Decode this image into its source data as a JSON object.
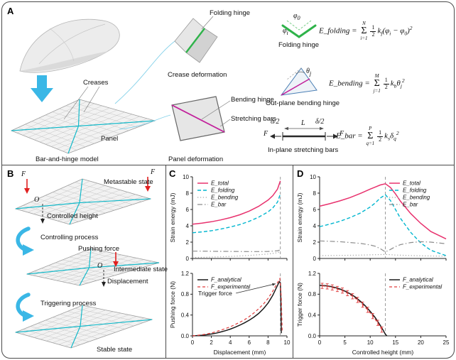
{
  "panels": {
    "a": "A",
    "b": "B",
    "c": "C",
    "d": "D"
  },
  "panel_a": {
    "labels": {
      "folding_hinge_top": "Folding hinge",
      "crease_deformation": "Crease deformation",
      "creases": "Creases",
      "panel": "Panel",
      "bar_and_hinge_model": "Bar-and-hinge model",
      "panel_deformation": "Panel deformation",
      "bending_hinge": "Bending hinge",
      "stretching_bars": "Stretching bars",
      "folding_hinge_right": "Folding hinge",
      "out_plane_bending_hinge": "Out-plane bending hinge",
      "in_plane_stretching_bars": "In-plane stretching bars",
      "delta_half": "δ/2",
      "bar_length": "L",
      "force": "F"
    },
    "symbols": {
      "phi0": [
        {
          "t": "v",
          "s": "φ"
        },
        {
          "t": "sub",
          "s": "0"
        }
      ],
      "phii": [
        {
          "t": "v",
          "s": "φ"
        },
        {
          "t": "sub",
          "s": "i"
        }
      ],
      "thetaj": [
        {
          "t": "v",
          "s": "θ"
        },
        {
          "t": "sub",
          "s": "j"
        }
      ]
    },
    "equations": {
      "folding": [
        {
          "t": "v",
          "s": "E_folding = "
        },
        {
          "t": "sum",
          "up": "N",
          "lo": "i=1"
        },
        {
          "t": "frac",
          "n": "1",
          "d": "2"
        },
        {
          "t": "v",
          "s": "k"
        },
        {
          "t": "sub",
          "s": "f"
        },
        {
          "t": "v",
          "s": "(φ"
        },
        {
          "t": "sub",
          "s": "i"
        },
        {
          "t": "v",
          "s": " − φ"
        },
        {
          "t": "sub",
          "s": "0"
        },
        {
          "t": "v",
          "s": ")"
        },
        {
          "t": "sup",
          "s": "2"
        }
      ],
      "bending": [
        {
          "t": "v",
          "s": "E_bending = "
        },
        {
          "t": "sum",
          "up": "M",
          "lo": "j=1"
        },
        {
          "t": "frac",
          "n": "1",
          "d": "2"
        },
        {
          "t": "v",
          "s": "k"
        },
        {
          "t": "sub",
          "s": "b"
        },
        {
          "t": "v",
          "s": "θ"
        },
        {
          "t": "sub",
          "s": "j"
        },
        {
          "t": "sup",
          "s": "2"
        }
      ],
      "bar": [
        {
          "t": "v",
          "s": "E_bar = "
        },
        {
          "t": "sum",
          "up": "P",
          "lo": "q=1"
        },
        {
          "t": "frac",
          "n": "1",
          "d": "2"
        },
        {
          "t": "v",
          "s": "k"
        },
        {
          "t": "sub",
          "s": "s"
        },
        {
          "t": "v",
          "s": "δ"
        },
        {
          "t": "sub",
          "s": "q"
        },
        {
          "t": "sup",
          "s": "2"
        }
      ]
    }
  },
  "panel_b": {
    "labels": {
      "force": "F",
      "origin": "O",
      "metastable_state": "Metastable state",
      "controlled_height": "Controlled height",
      "controlling_process": "Controlling process",
      "pushing_force": "Pushing force",
      "intermediate_state": "Intermediate state",
      "displacement": "Displacement",
      "triggering_process": "Triggering process",
      "stable_state": "Stable state"
    }
  },
  "chart_data": [
    {
      "id": "c_top",
      "type": "line",
      "ylabel": "Strain energy (mJ)",
      "xlabel": "",
      "xlim": [
        0,
        10
      ],
      "ylim": [
        0,
        10
      ],
      "xticks": [
        0,
        2,
        4,
        6,
        8,
        10
      ],
      "yticks": [
        0,
        2,
        4,
        6,
        8,
        10
      ],
      "xtick_labels_visible": false,
      "vline_x": 9.3,
      "legend": {
        "position": "top-left"
      },
      "series": [
        {
          "name": "E_total",
          "color": "#e8326e",
          "dash": "",
          "width": 1.5,
          "x": [
            0,
            1,
            2,
            3,
            4,
            5,
            6,
            7,
            8,
            8.5,
            9,
            9.3
          ],
          "y": [
            4.2,
            4.32,
            4.5,
            4.72,
            5.0,
            5.35,
            5.8,
            6.38,
            7.15,
            7.7,
            8.5,
            9.5
          ]
        },
        {
          "name": "E_folding",
          "color": "#00b6cf",
          "dash": "5,3",
          "width": 1.4,
          "x": [
            0,
            1,
            2,
            3,
            4,
            5,
            6,
            7,
            8,
            8.5,
            9,
            9.3
          ],
          "y": [
            3.15,
            3.25,
            3.4,
            3.6,
            3.85,
            4.15,
            4.55,
            5.05,
            5.7,
            6.2,
            6.9,
            7.9
          ]
        },
        {
          "name": "E_bending",
          "color": "#a8a8a8",
          "dash": "1.3,2.6",
          "width": 1.2,
          "x": [
            0,
            1,
            2,
            3,
            4,
            5,
            6,
            7,
            8,
            8.5,
            9,
            9.3
          ],
          "y": [
            0.12,
            0.14,
            0.17,
            0.2,
            0.25,
            0.3,
            0.37,
            0.45,
            0.55,
            0.62,
            0.72,
            0.85
          ]
        },
        {
          "name": "E_bar",
          "color": "#8c8c8c",
          "dash": "7,3,1.5,3",
          "width": 1.2,
          "x": [
            0,
            1,
            2,
            3,
            4,
            5,
            6,
            7,
            8,
            8.5,
            9,
            9.3
          ],
          "y": [
            0.9,
            0.9,
            0.88,
            0.87,
            0.86,
            0.85,
            0.84,
            0.84,
            0.86,
            0.9,
            0.95,
            1.05
          ]
        }
      ]
    },
    {
      "id": "c_bottom",
      "type": "line",
      "ylabel": "Pushing force (N)",
      "xlabel": "Displacement (mm)",
      "xlim": [
        0,
        10
      ],
      "ylim": [
        0,
        1.2
      ],
      "xticks": [
        0,
        2,
        4,
        6,
        8,
        10
      ],
      "yticks": [
        0,
        0.4,
        0.8,
        1.2
      ],
      "ytick_decimals": 1,
      "xtick_labels_visible": true,
      "vline_x": 9.3,
      "legend": {
        "position": "top-left"
      },
      "annotation": {
        "text": "Trigger force",
        "text_xy": [
          0.6,
          0.78
        ],
        "arrow_from": [
          4.6,
          0.82
        ],
        "arrow_to": [
          8.8,
          1.0
        ]
      },
      "series": [
        {
          "name": "F_analytical",
          "color": "#1a1a1a",
          "dash": "",
          "width": 1.5,
          "x": [
            0,
            0.5,
            1,
            1.5,
            2,
            2.5,
            3,
            3.5,
            4,
            4.5,
            5,
            5.5,
            6,
            6.5,
            7,
            7.5,
            8,
            8.5,
            9,
            9.2,
            9.3,
            9.35,
            9.4
          ],
          "y": [
            0,
            0.005,
            0.012,
            0.022,
            0.035,
            0.052,
            0.075,
            0.1,
            0.13,
            0.165,
            0.205,
            0.25,
            0.3,
            0.36,
            0.43,
            0.52,
            0.63,
            0.78,
            0.97,
            1.04,
            1.02,
            0.7,
            0.05
          ]
        },
        {
          "name": "F_experimental",
          "color": "#e03c3c",
          "dash": "4,3",
          "width": 1.2,
          "x": [
            0,
            0.5,
            1,
            1.5,
            2,
            2.5,
            3,
            3.5,
            4,
            4.5,
            5,
            5.5,
            6,
            6.5,
            7,
            7.5,
            8,
            8.5,
            9,
            9.25,
            9.4,
            9.5
          ],
          "y": [
            0,
            0.01,
            0.02,
            0.035,
            0.055,
            0.08,
            0.11,
            0.14,
            0.175,
            0.215,
            0.26,
            0.31,
            0.37,
            0.44,
            0.52,
            0.61,
            0.72,
            0.86,
            1.02,
            1.1,
            0.75,
            0.08
          ]
        }
      ]
    },
    {
      "id": "d_top",
      "type": "line",
      "ylabel": "Strain energy (mJ)",
      "xlabel": "",
      "xlim": [
        0,
        25
      ],
      "ylim": [
        0,
        10
      ],
      "xticks": [
        0,
        5,
        10,
        15,
        20,
        25
      ],
      "yticks": [
        0,
        2,
        4,
        6,
        8,
        10
      ],
      "xtick_labels_visible": false,
      "vline_x": 13,
      "legend": {
        "position": "top-right"
      },
      "series": [
        {
          "name": "E_total",
          "color": "#e8326e",
          "dash": "",
          "width": 1.5,
          "x": [
            0,
            2,
            4,
            6,
            8,
            10,
            11,
            12,
            13,
            14,
            15,
            16,
            18,
            20,
            22,
            25
          ],
          "y": [
            6.4,
            6.7,
            7.05,
            7.45,
            7.95,
            8.5,
            8.75,
            9.0,
            9.15,
            8.7,
            7.9,
            7.0,
            5.5,
            4.3,
            3.3,
            2.4
          ]
        },
        {
          "name": "E_folding",
          "color": "#00b6cf",
          "dash": "5,3",
          "width": 1.4,
          "x": [
            0,
            2,
            4,
            6,
            8,
            10,
            11,
            12,
            13,
            14,
            15,
            16,
            18,
            20,
            22,
            25
          ],
          "y": [
            3.9,
            4.2,
            4.55,
            5.0,
            5.55,
            6.3,
            6.8,
            7.4,
            7.8,
            7.1,
            6.0,
            4.9,
            3.2,
            1.9,
            1.0,
            0.35
          ]
        },
        {
          "name": "E_bending",
          "color": "#a8a8a8",
          "dash": "1.3,2.6",
          "width": 1.2,
          "x": [
            0,
            2,
            4,
            6,
            8,
            10,
            11,
            12,
            13,
            14,
            15,
            16,
            18,
            20,
            22,
            25
          ],
          "y": [
            0.35,
            0.36,
            0.37,
            0.39,
            0.41,
            0.44,
            0.46,
            0.48,
            0.5,
            0.46,
            0.42,
            0.4,
            0.36,
            0.33,
            0.3,
            0.28
          ]
        },
        {
          "name": "E_bar",
          "color": "#8c8c8c",
          "dash": "7,3,1.5,3",
          "width": 1.2,
          "x": [
            0,
            2,
            4,
            6,
            8,
            10,
            11,
            12,
            13,
            14,
            15,
            16,
            18,
            20,
            22,
            25
          ],
          "y": [
            2.15,
            2.1,
            2.05,
            1.95,
            1.85,
            1.65,
            1.5,
            1.2,
            0.8,
            1.1,
            1.45,
            1.7,
            1.95,
            2.05,
            2.0,
            1.8
          ]
        }
      ]
    },
    {
      "id": "d_bottom",
      "type": "line",
      "ylabel": "Trigger force (N)",
      "xlabel": "Controlled height (mm)",
      "xlim": [
        0,
        25
      ],
      "ylim": [
        0,
        1.2
      ],
      "xticks": [
        0,
        5,
        10,
        15,
        20,
        25
      ],
      "yticks": [
        0,
        0.4,
        0.8,
        1.2
      ],
      "ytick_decimals": 1,
      "xtick_labels_visible": true,
      "vline_x": 13,
      "legend": {
        "position": "top-right"
      },
      "series": [
        {
          "name": "F_analytical",
          "color": "#1a1a1a",
          "dash": "",
          "width": 1.5,
          "x": [
            0,
            1,
            2,
            3,
            4,
            5,
            6,
            7,
            8,
            9,
            10,
            11,
            12,
            12.5,
            13,
            13.3
          ],
          "y": [
            0.97,
            0.965,
            0.95,
            0.93,
            0.9,
            0.86,
            0.81,
            0.75,
            0.67,
            0.58,
            0.47,
            0.35,
            0.2,
            0.12,
            0.03,
            0
          ]
        },
        {
          "name": "F_experimental",
          "color": "#e03c3c",
          "dash": "4,3",
          "width": 1.2,
          "error_y": 0.05,
          "x": [
            0.5,
            1.5,
            2.5,
            3.5,
            4.5,
            5.5,
            6.5,
            7.5,
            8.5,
            9.5,
            10.5,
            11.5,
            12.3
          ],
          "y": [
            0.96,
            0.95,
            0.93,
            0.9,
            0.87,
            0.82,
            0.76,
            0.69,
            0.6,
            0.5,
            0.38,
            0.25,
            0.12
          ]
        }
      ]
    }
  ]
}
